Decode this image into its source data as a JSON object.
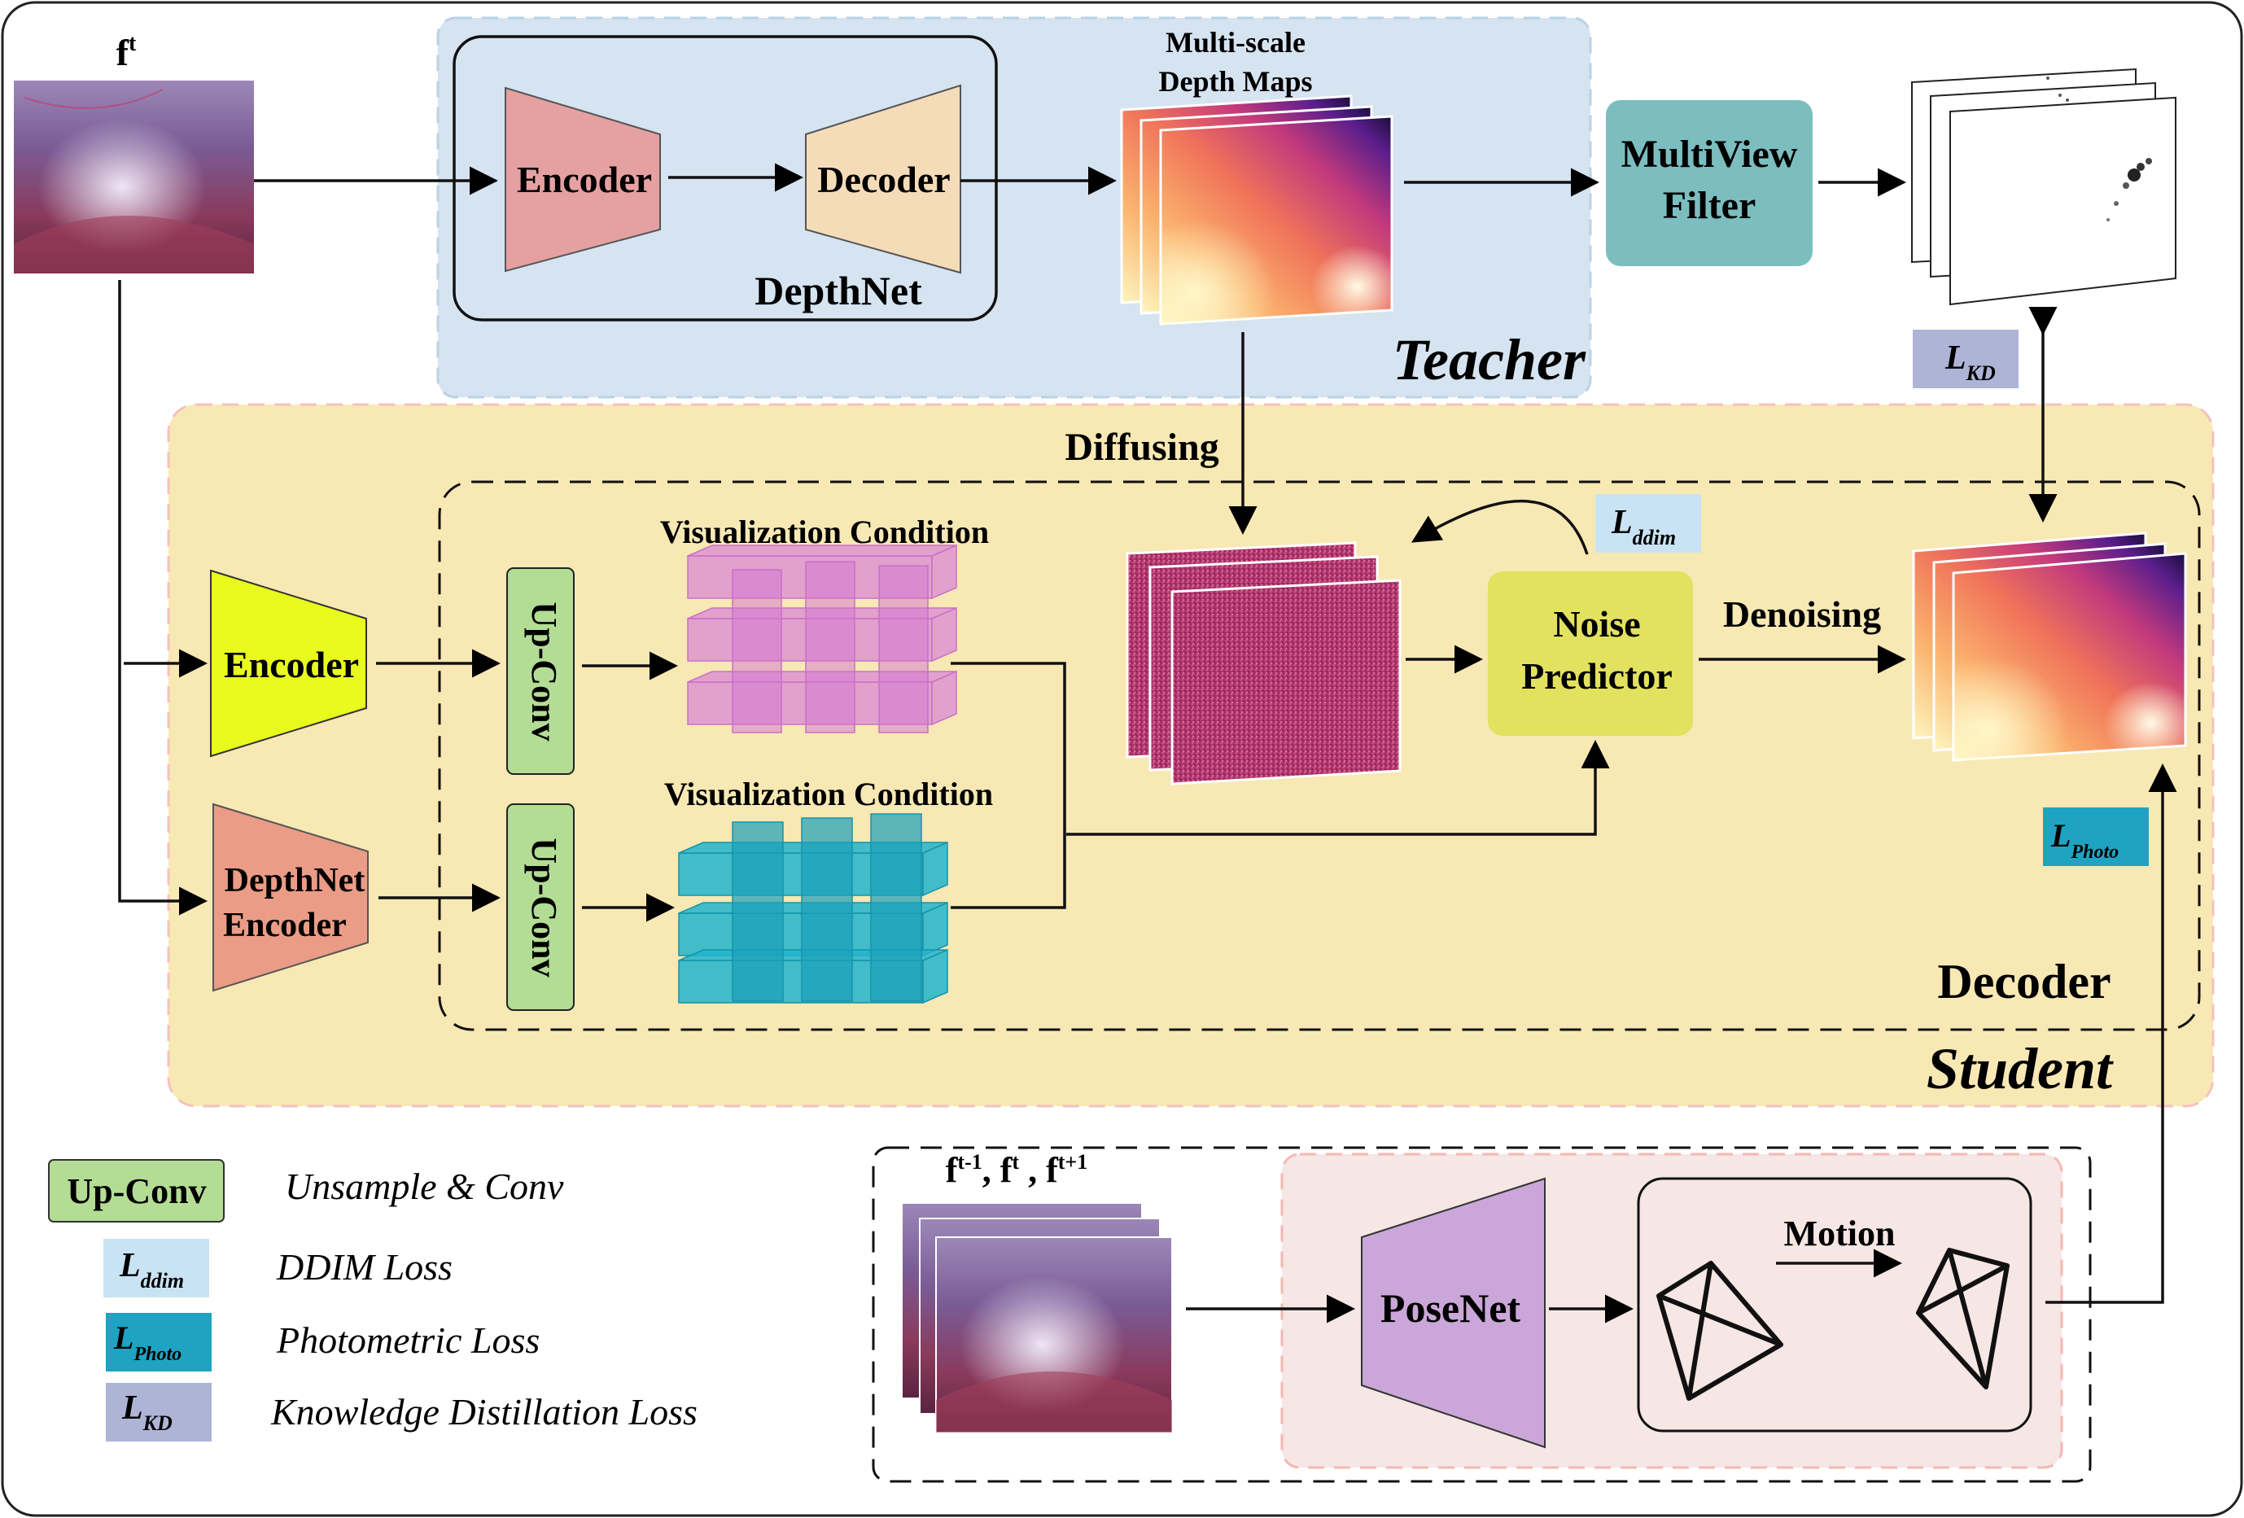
{
  "colors": {
    "teacher_bg": "#d6e3f0",
    "student_bg": "#f8e8b4",
    "pose_bg": "#f6e6e4",
    "encoder_teacher": "#e5a0a2",
    "decoder_teacher": "#f5dcb8",
    "encoder_student": "#e8fb1c",
    "depthnet_encoder": "#ea9c86",
    "upconv": "#b3dc95",
    "multiview": "#7cbec0",
    "noise_predictor": "#e3e160",
    "posenet": "#caa7d8",
    "l_ddim": "#c9e3f4",
    "l_photo": "#1ea3c2",
    "l_kd": "#aeb4d5",
    "vis_pink": "#db8ad6",
    "vis_cyan": "#22b4cc"
  },
  "input": {
    "label_base": "f",
    "label_sup": "t"
  },
  "teacher": {
    "title": "Teacher",
    "depthnet_label": "DepthNet",
    "encoder": "Encoder",
    "decoder": "Decoder",
    "depth_maps_line1": "Multi-scale",
    "depth_maps_line2": "Depth Maps",
    "multiview_line1": "MultiView",
    "multiview_line2": "Filter"
  },
  "student": {
    "title": "Student",
    "decoder_label": "Decoder",
    "diffusing": "Diffusing",
    "encoder": "Encoder",
    "depthnet_encoder_line1": "DepthNet",
    "depthnet_encoder_line2": "Encoder",
    "upconv": "Up-Conv",
    "vis_condition_1": "Visualization Condition",
    "vis_condition_2": "Visualization Condition",
    "noise_line1": "Noise",
    "noise_line2": "Predictor",
    "denoising": "Denoising"
  },
  "losses": {
    "l_kd": {
      "base": "L",
      "sub": "KD"
    },
    "l_ddim": {
      "base": "L",
      "sub": "ddim"
    },
    "l_photo": {
      "base": "L",
      "sub": "Photo"
    }
  },
  "pose": {
    "frames": [
      {
        "base": "f",
        "sup": "t-1"
      },
      {
        "base": "f",
        "sup": "t"
      },
      {
        "base": "f",
        "sup": "t+1"
      }
    ],
    "separator": ",",
    "posenet": "PoseNet",
    "motion": "Motion"
  },
  "legend": {
    "items": [
      {
        "chip_text": "Up-Conv",
        "description": "Unsample & Conv"
      },
      {
        "chip_base": "L",
        "chip_sub": "ddim",
        "description": "DDIM Loss"
      },
      {
        "chip_base": "L",
        "chip_sub": "Photo",
        "description": "Photometric Loss"
      },
      {
        "chip_base": "L",
        "chip_sub": "KD",
        "description": "Knowledge Distillation Loss"
      }
    ]
  }
}
